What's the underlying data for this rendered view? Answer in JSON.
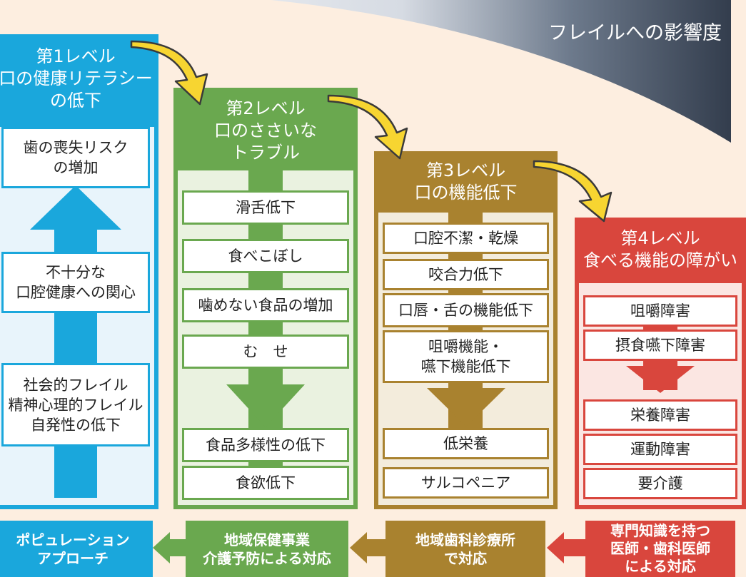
{
  "header": {
    "title": "フレイルへの影響度"
  },
  "colors": {
    "level1": "#1aa7dc",
    "level2": "#6aa84f",
    "level3": "#a9822f",
    "level4": "#d9463d",
    "curve_arrow": "#f7d531"
  },
  "levels": [
    {
      "title": "第1レベル\n口の健康リテラシー\nの低下",
      "items": [
        "歯の喪失リスク\nの増加",
        "不十分な\n口腔健康への関心",
        "社会的フレイル\n精神心理的フレイル\n自発性の低下"
      ]
    },
    {
      "title": "第2レベル\n口のささいな\nトラブル",
      "items": [
        "滑舌低下",
        "食べこぼし",
        "噛めない食品の増加",
        "む　せ",
        "食品多様性の低下",
        "食欲低下"
      ]
    },
    {
      "title": "第3レベル\n口の機能低下",
      "items": [
        "口腔不潔・乾燥",
        "咬合力低下",
        "口唇・舌の機能低下",
        "咀嚼機能・\n嚥下機能低下",
        "低栄養",
        "サルコペニア"
      ]
    },
    {
      "title": "第4レベル\n食べる機能の障がい",
      "items": [
        "咀嚼障害",
        "摂食嚥下障害",
        "栄養障害",
        "運動障害",
        "要介護"
      ]
    }
  ],
  "responses": [
    "ポピュレーション\nアプローチ",
    "地域保健事業\n介護予防による対応",
    "地域歯科診療所\nで対応",
    "専門知識を持つ\n医師・歯科医師\nによる対応"
  ]
}
